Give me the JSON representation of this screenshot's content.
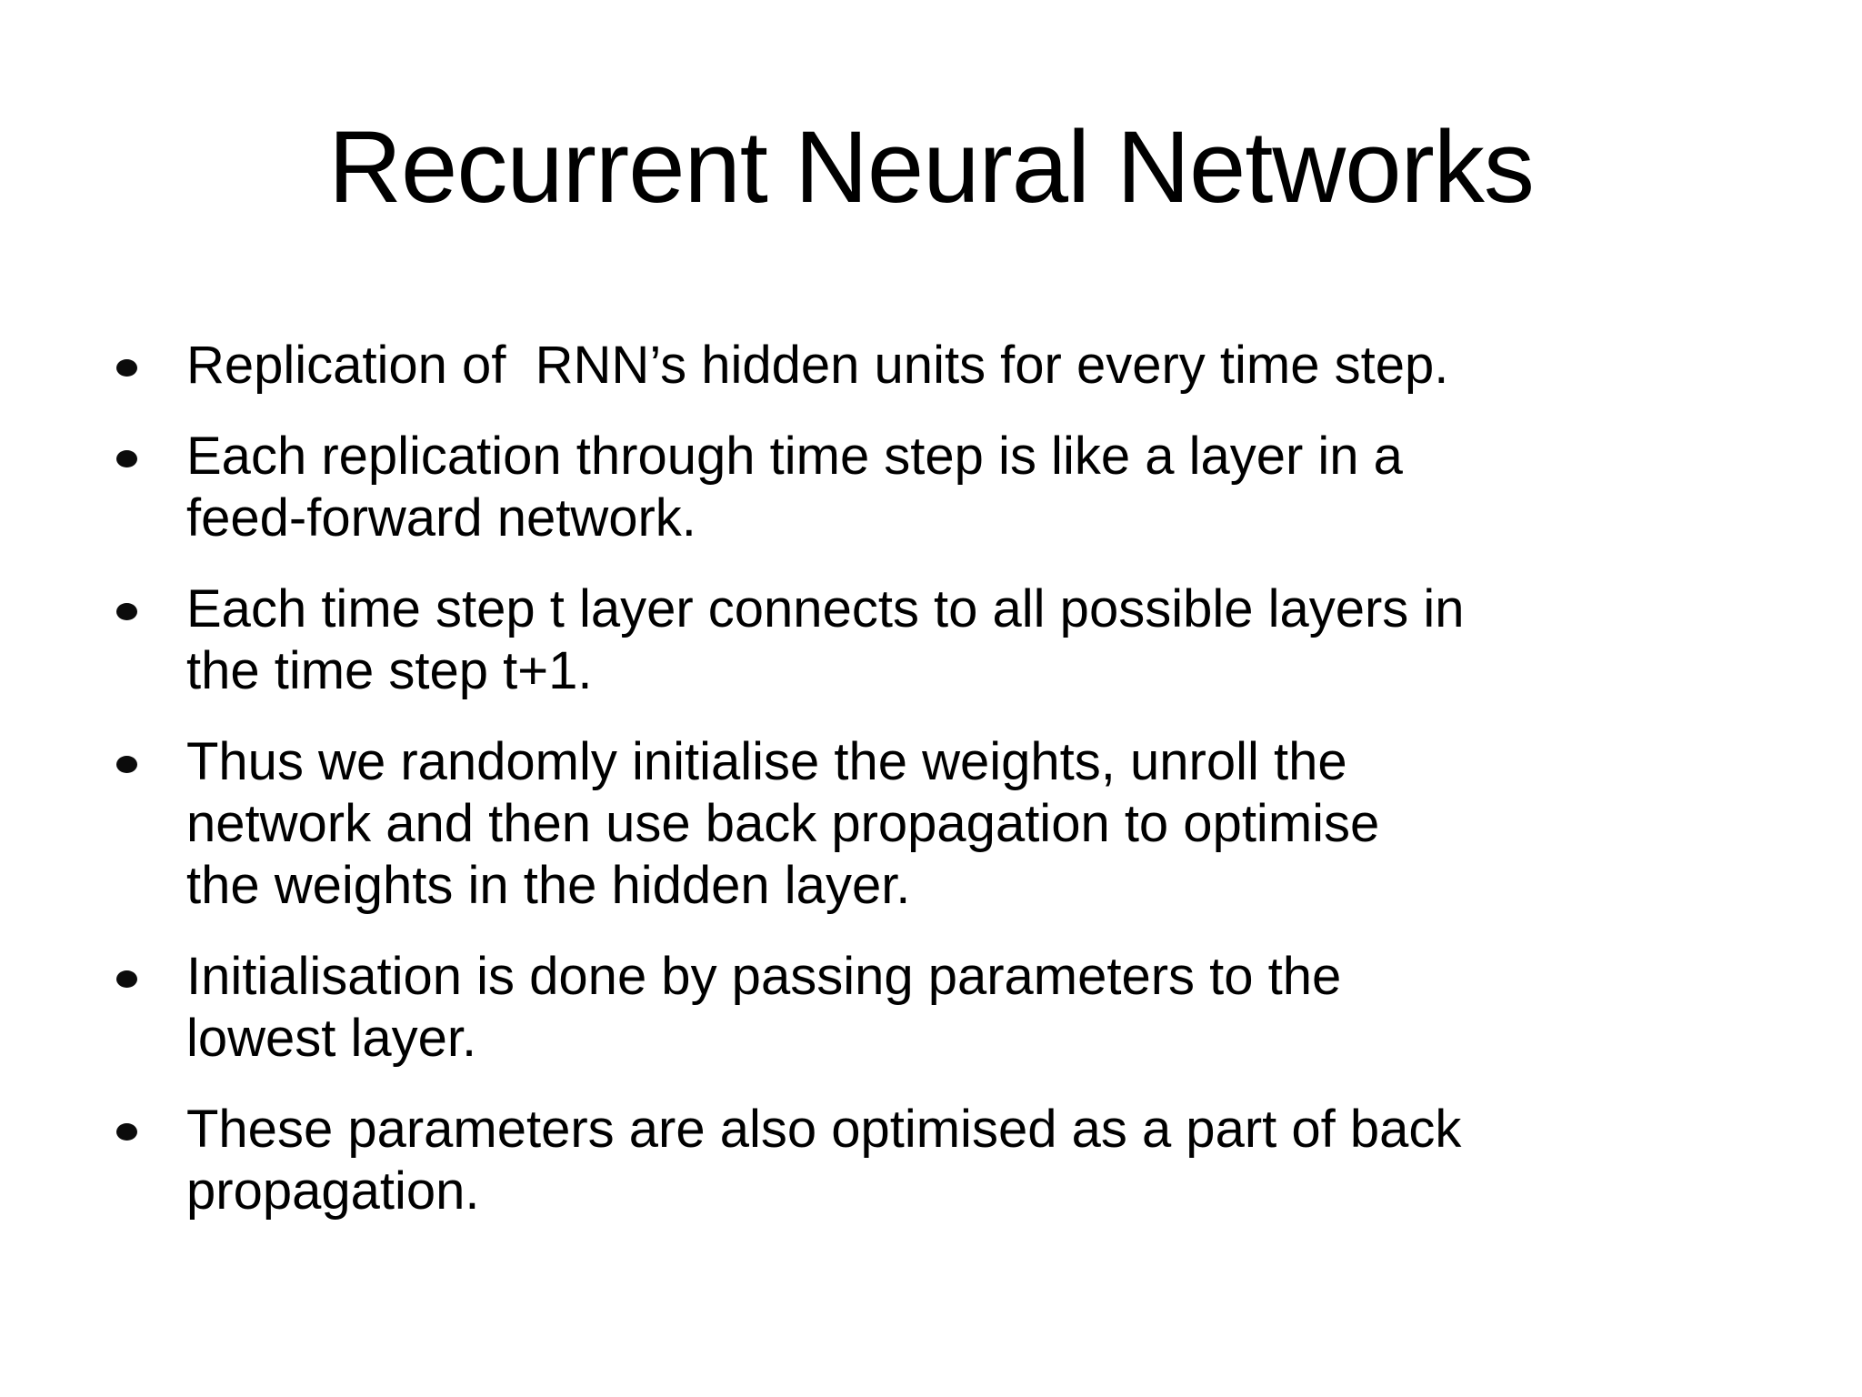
{
  "slide": {
    "title": "Recurrent Neural Networks",
    "bullets": [
      {
        "text": "Replication of  RNN’s hidden units for every time step."
      },
      {
        "text": "Each replication through time step is like a layer in a\nfeed-forward network."
      },
      {
        "text": "Each time step t layer connects to all possible layers in\nthe time step t+1."
      },
      {
        "text": "Thus we randomly initialise the weights, unroll the\nnetwork and then use back propagation to optimise\nthe weights in the hidden layer."
      },
      {
        "text": "Initialisation is done by passing parameters to the\nlowest layer."
      },
      {
        "text": "These parameters are also optimised as a part of back\npropagation."
      }
    ],
    "colors": {
      "background": "#ffffff",
      "text": "#000000",
      "bullet_marker": "#0b0b0b"
    }
  }
}
